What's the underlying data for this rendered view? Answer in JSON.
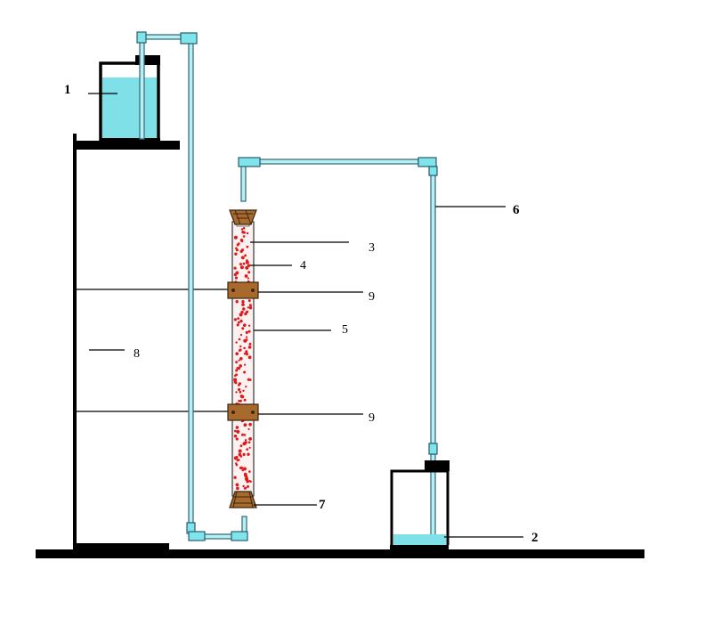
{
  "diagram": {
    "labels": [
      {
        "id": "label-1",
        "text": "1",
        "bold": true
      },
      {
        "id": "label-2",
        "text": "2",
        "bold": true
      },
      {
        "id": "label-3",
        "text": "3",
        "bold": false
      },
      {
        "id": "label-4",
        "text": "4",
        "bold": false
      },
      {
        "id": "label-5",
        "text": "5",
        "bold": false
      },
      {
        "id": "label-6",
        "text": "6",
        "bold": true
      },
      {
        "id": "label-7",
        "text": "7",
        "bold": true
      },
      {
        "id": "label-8",
        "text": "8",
        "bold": false
      },
      {
        "id": "label-9a",
        "text": "9",
        "bold": false
      },
      {
        "id": "label-9b",
        "text": "9",
        "bold": false
      }
    ]
  },
  "colors": {
    "water": "#7fe0e8",
    "pipe": "#b8f0f0",
    "pipe_outline": "#3a6f86",
    "clamp": "#a86a2c",
    "particles": "#e01818",
    "structure": "#000000"
  }
}
